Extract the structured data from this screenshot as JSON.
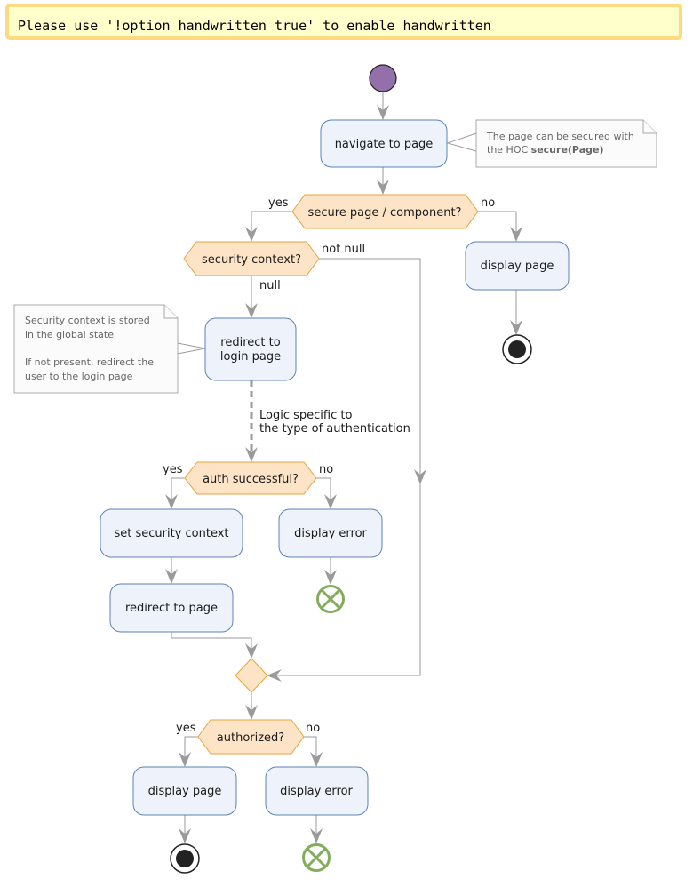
{
  "banner": {
    "text": "Please use '!option handwritten true' to enable handwritten"
  },
  "colors": {
    "activity_fill": "#eef3fb",
    "activity_border": "#5b82b8",
    "decision_fill": "#fde4c6",
    "decision_border": "#e6a33c",
    "start": "#9470ab",
    "stop_cross": "#82ad5c",
    "banner_fill": "#ffffcc",
    "banner_border": "#ffd97f"
  },
  "nodes": {
    "navigate": "navigate to page",
    "secure_decision": "secure page / component?",
    "display_page_public": "display page",
    "security_context_decision": "security context?",
    "redirect_login_1": "redirect to",
    "redirect_login_2": "login page",
    "auth_decision": "auth successful?",
    "set_context": "set security context",
    "redirect_page": "redirect to page",
    "display_error_auth": "display error",
    "authorized_decision": "authorized?",
    "display_page_final": "display page",
    "display_error_final": "display error"
  },
  "notes": {
    "secure_note_line1": "The page can be secured with",
    "secure_note_line2_prefix": "the HOC ",
    "secure_note_line2_bold": "secure(Page)",
    "context_note_line1": "Security context is stored",
    "context_note_line2": "in the global state",
    "context_note_line3": "If not present, redirect the",
    "context_note_line4": "user to the login page"
  },
  "edge_labels": {
    "secure_yes": "yes",
    "secure_no": "no",
    "context_not_null": "not null",
    "context_null": "null",
    "auth_logic_1": "Logic specific to",
    "auth_logic_2": "the type of authentication",
    "auth_yes": "yes",
    "auth_no": "no",
    "authorized_yes": "yes",
    "authorized_no": "no"
  }
}
